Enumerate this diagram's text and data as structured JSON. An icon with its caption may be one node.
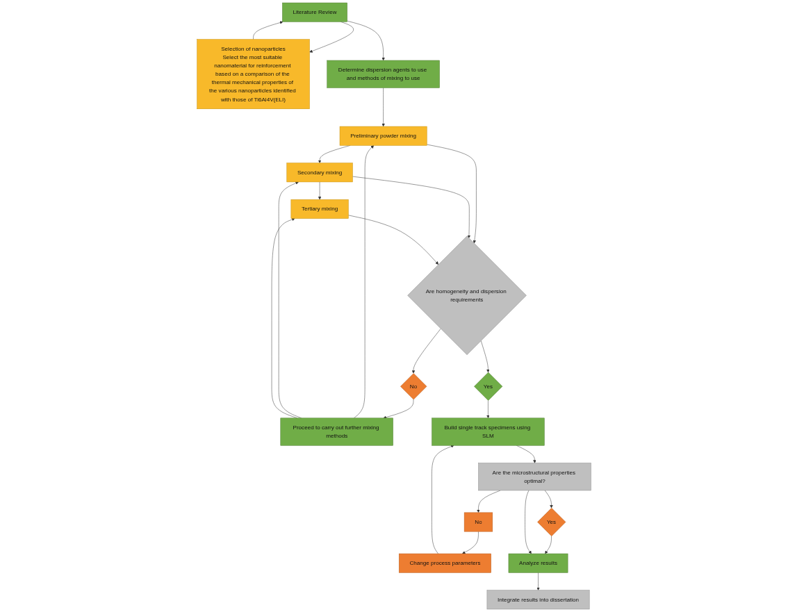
{
  "diagram": {
    "nodes": [
      {
        "text": [
          "Literature Review"
        ]
      },
      {
        "text": [
          "Selection of nanoparticles",
          "Select the most suitable nanomaterial for reinforcement based on a comparison of the thermal mechanical properties of the various nanoparticles identified with those of Ti6Al4V(ELI)"
        ]
      },
      {
        "text": [
          "Determine dispersion agents to use and methods of mixing to use"
        ]
      },
      {
        "text": [
          "Preliminary powder mixing"
        ]
      },
      {
        "text": [
          "Secondary mixing"
        ]
      },
      {
        "text": [
          "Tertiary mixing"
        ]
      },
      {
        "text": [
          "Are homogeneity and dispersion requirements"
        ]
      },
      {
        "text": [
          "Yes"
        ]
      },
      {
        "text": [
          "No"
        ]
      },
      {
        "text": [
          "Proceed to carry out further mixing methods"
        ]
      },
      {
        "text": [
          "Build single track specimens using SLM"
        ]
      },
      {
        "text": [
          "Change process parameters"
        ]
      },
      {
        "text": [
          "No"
        ]
      },
      {
        "text": [
          "Yes"
        ]
      },
      {
        "text": [
          "Are the microstructural properties optimal?"
        ]
      },
      {
        "text": [
          "Analyze results"
        ]
      },
      {
        "text": [
          "Integrate results into dissertation"
        ]
      }
    ],
    "edges": [
      {
        "from": 1,
        "to": 0,
        "arrow": "to"
      },
      {
        "from": 0,
        "to": 1,
        "arrow": "to"
      },
      {
        "from": 0,
        "to": 2,
        "arrow": "to"
      },
      {
        "from": 2,
        "to": 3,
        "arrow": "to"
      },
      {
        "from": 3,
        "to": 4,
        "arrow": "to"
      },
      {
        "from": 4,
        "to": 5,
        "arrow": "to"
      },
      {
        "from": 3,
        "to": 6,
        "arrow": "to"
      },
      {
        "from": 4,
        "to": 6,
        "arrow": "to"
      },
      {
        "from": 5,
        "to": 6,
        "arrow": "to"
      },
      {
        "from": 6,
        "to": 7,
        "arrow": "to"
      },
      {
        "from": 7,
        "to": 10,
        "arrow": "to"
      },
      {
        "from": 6,
        "to": 8,
        "arrow": "to"
      },
      {
        "from": 8,
        "to": 9,
        "arrow": "to"
      },
      {
        "from": 9,
        "to": 3,
        "arrow": "to"
      },
      {
        "from": 9,
        "to": 4,
        "arrow": "to"
      },
      {
        "from": 9,
        "to": 5,
        "arrow": "to"
      },
      {
        "from": 10,
        "to": 14,
        "arrow": "to"
      },
      {
        "from": 14,
        "to": 12,
        "arrow": "to"
      },
      {
        "from": 12,
        "to": 11,
        "arrow": "to"
      },
      {
        "from": 11,
        "to": 10,
        "arrow": "to"
      },
      {
        "from": 14,
        "to": 13,
        "arrow": "to"
      },
      {
        "from": 13,
        "to": 15,
        "arrow": "to"
      },
      {
        "from": 14,
        "to": 15,
        "arrow": "to"
      },
      {
        "from": 15,
        "to": 16,
        "arrow": "to"
      }
    ]
  }
}
